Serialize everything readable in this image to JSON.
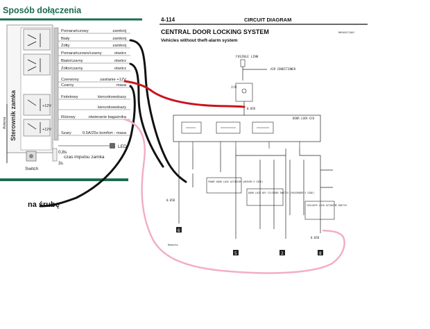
{
  "module": {
    "title": "Sposób dołączenia",
    "unit_label": "Sterownik zamka",
    "antenna_label": "Antena",
    "wires": [
      {
        "color": "Pomarańczowy",
        "function": "zamknij"
      },
      {
        "color": "Biały",
        "function": "zamknij"
      },
      {
        "color": "Żółty",
        "function": "zamknij"
      },
      {
        "color": "Pomarańczowo/czarny",
        "function": "otwórz"
      },
      {
        "color": "Biało/czarny",
        "function": "otwórz"
      },
      {
        "color": "Żółto/czarny",
        "function": "otwórz"
      },
      {
        "color": "Czerwony",
        "function": "zasilanie +12V"
      },
      {
        "color": "Czarny",
        "function": "masa"
      },
      {
        "color": "Fioletowy",
        "function": "kierunkowskazy"
      },
      {
        "color": "",
        "function": "kierunkowskazy"
      },
      {
        "color": "Różowy",
        "function": "otwieranie bagażnika"
      },
      {
        "color": "Szary",
        "function": "0.5A/25s komfort - masa"
      }
    ],
    "relay_voltage": "+12V",
    "led_label": "LED",
    "timing_short": "0,8s",
    "timing_short_desc": "czas impulsu zamka",
    "timing_long": "3s",
    "switch_label": "Switch",
    "screw_note": "na śrubę"
  },
  "diagram": {
    "page_number": "4-114",
    "section": "CIRCUIT DIAGRAM",
    "title": "CENTRAL DOOR LOCKING SYSTEM",
    "subtitle": "Vehicles without theft-alarm system",
    "doc_code": "M0940572001",
    "fusible_link": "FUSIBLE LINK",
    "air_conditioner": "AIR CONDITIONER",
    "ecu": "DOOR LOCK ECU",
    "jb": "J/B",
    "wire_gauges": [
      "0.85R",
      "0.85B",
      "0.85B"
    ],
    "switches": [
      "FRONT DOOR LOCK ACTUATOR (DRIVER'S SIDE)",
      "DOOR LOCK KEY CYLINDER SWITCH (PASSENGER'S SIDE)",
      "TAILGATE LOCK ACTUATOR SWITCH"
    ],
    "grounds": [
      "6",
      "5",
      "2",
      "8"
    ],
    "remarks": "Remarks"
  },
  "colors": {
    "header_green": "#1e6b52",
    "wire_black": "#111111",
    "wire_red": "#c8141e",
    "wire_pink": "#f2aec5"
  }
}
